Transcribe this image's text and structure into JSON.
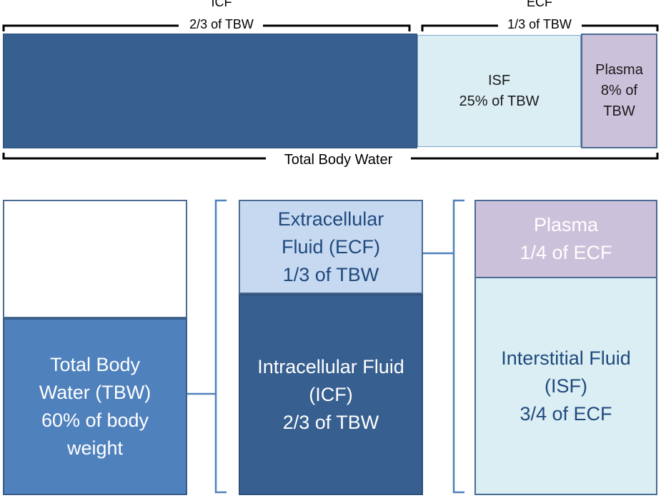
{
  "top": {
    "icf_label": "ICF",
    "icf_fraction": "2/3 of TBW",
    "ecf_label": "ECF",
    "ecf_fraction": "1/3 of TBW",
    "isf_name": "ISF",
    "isf_fraction": "25% of TBW",
    "plasma_name": "Plasma",
    "plasma_pct": "8% of",
    "plasma_unit": "TBW",
    "total_label": "Total Body Water"
  },
  "bottom": {
    "tbw": [
      "Total Body",
      "Water (TBW)",
      "60% of body",
      "weight"
    ],
    "ecf": [
      "Extracellular",
      "Fluid (ECF)",
      "1/3 of TBW"
    ],
    "icf": [
      "Intracellular Fluid",
      "(ICF)",
      "2/3 of TBW"
    ],
    "plasma": [
      "Plasma",
      "1/4 of ECF"
    ],
    "isf": [
      "Interstitial Fluid",
      "(ISF)",
      "3/4 of ECF"
    ]
  },
  "colors": {
    "icf": "#375F8F",
    "tbw": "#4F81BD",
    "ecf": "#C6D9F1",
    "isf": "#DBEEF4",
    "plasma": "#CCC1DA",
    "border": "#4A6B93",
    "dark_text": "#1F497D"
  }
}
